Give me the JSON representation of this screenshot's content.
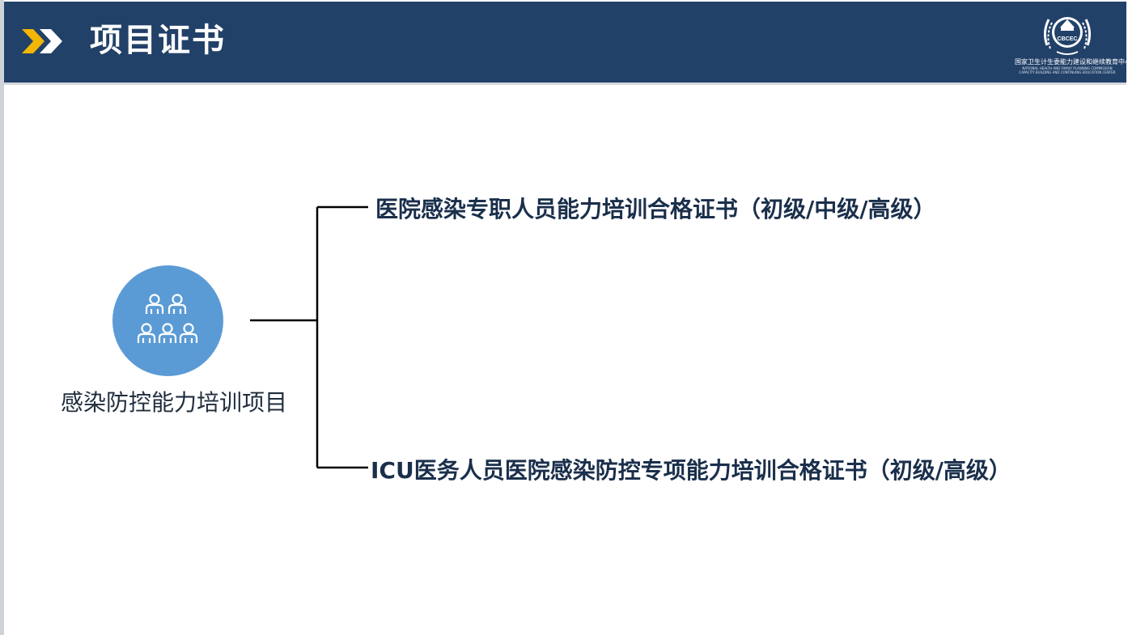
{
  "header": {
    "title": "项目证书",
    "logo": {
      "emblem_text": "CBCEC",
      "org_name_cn": "国家卫生计生委能力建设和继续教育中心",
      "org_name_en_line1": "NATIONAL HEALTH AND FAMILY PLANNING COMMISSION",
      "org_name_en_line2": "CAPACITY BUILDING AND CONTINUING EDUCATION CENTER"
    }
  },
  "project": {
    "icon": "group-people-icon",
    "label": "感染防控能力培训项目"
  },
  "certificates": [
    {
      "label": "医院感染专职人员能力培训合格证书（初级/中级/高级）"
    },
    {
      "label": "ICU医务人员医院感染防控专项能力培训合格证书（初级/高级）"
    }
  ],
  "colors": {
    "header_bg": "#224169",
    "accent_chevron": "#f2b705",
    "circle_bg": "#5b9bd5",
    "cert_text": "#1a2f4b",
    "connector_line": "#000000"
  }
}
